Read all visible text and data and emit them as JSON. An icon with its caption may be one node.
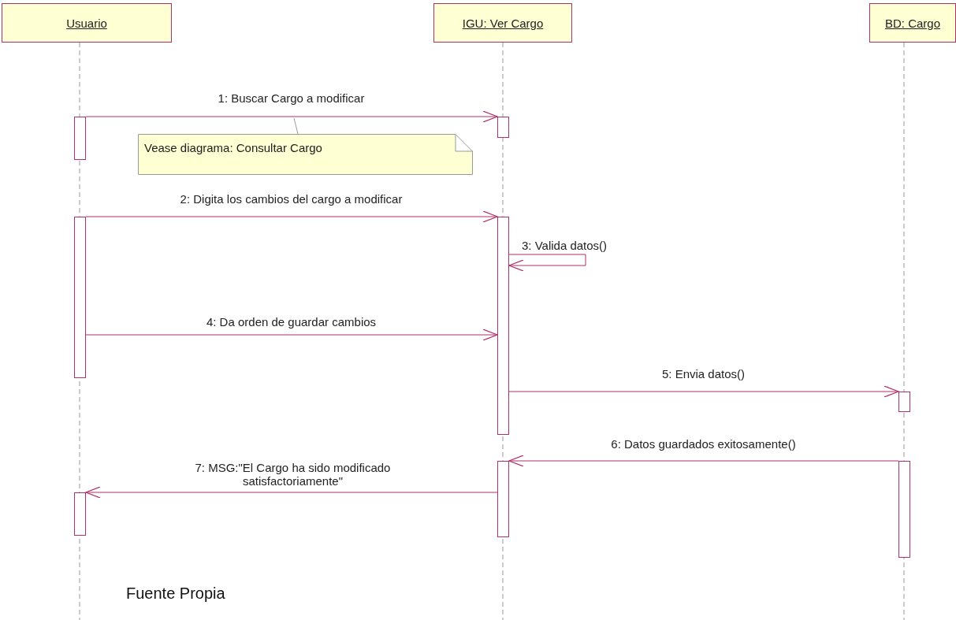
{
  "diagram": {
    "caption": "Fuente Propia",
    "nodes": [
      {
        "text": [
          "Usuario"
        ]
      },
      {
        "text": [
          "IGU: Ver Cargo"
        ]
      },
      {
        "text": [
          "BD: Cargo"
        ]
      },
      {
        "text": [],
        "shape": "bar"
      },
      {
        "text": [],
        "shape": "bar"
      },
      {
        "text": [
          "Vease diagrama: Consultar Cargo"
        ]
      },
      {
        "text": [],
        "shape": "bar"
      },
      {
        "text": [],
        "shape": "bar"
      },
      {
        "text": [],
        "shape": "bar"
      },
      {
        "text": [],
        "shape": "bar"
      },
      {
        "text": [],
        "shape": "bar"
      },
      {
        "text": [],
        "shape": "bar"
      }
    ],
    "edges": [
      {
        "from": 3,
        "to": 4,
        "arrow": "to",
        "label": "1: Buscar Cargo a modificar"
      },
      {
        "from": 6,
        "to": 7,
        "arrow": "to",
        "label": "2: Digita los cambios del cargo a modificar"
      },
      {
        "from": 7,
        "to": 7,
        "arrow": "to",
        "label": "3: Valida datos()"
      },
      {
        "from": 6,
        "to": 7,
        "arrow": "to",
        "label": "4: Da orden de guardar cambios"
      },
      {
        "from": 7,
        "to": 8,
        "arrow": "to",
        "label": "5: Envia datos()"
      },
      {
        "from": 10,
        "to": 9,
        "arrow": "to",
        "label": "6: Datos guardados exitosamente()"
      },
      {
        "from": 9,
        "to": 11,
        "arrow": "to",
        "label": "7: MSG:\"El Cargo ha sido modificado satisfactoriamente\""
      },
      {
        "from": 5,
        "to": null,
        "arrow": "none",
        "color": "#999999"
      }
    ]
  }
}
